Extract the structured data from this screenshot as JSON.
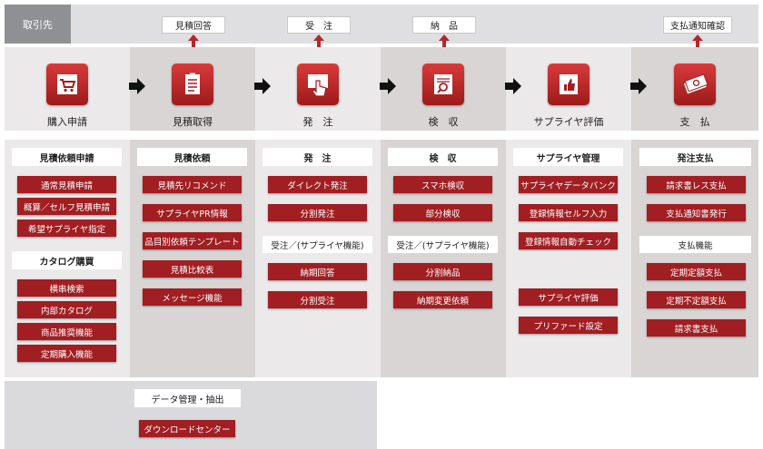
{
  "supplier_tag": "取引先",
  "supplier_steps": [
    "見積回答",
    "受　注",
    "納　品",
    "支払通知確認"
  ],
  "process": [
    {
      "label": "購入申請",
      "icon": "cart-icon"
    },
    {
      "label": "見積取得",
      "icon": "document-list-icon"
    },
    {
      "label": "発　注",
      "icon": "hand-click-icon"
    },
    {
      "label": "検　収",
      "icon": "magnifier-document-icon"
    },
    {
      "label": "サプライヤ評価",
      "icon": "thumbs-up-icon"
    },
    {
      "label": "支　払",
      "icon": "money-icon"
    }
  ],
  "columns": [
    {
      "header": "見積依頼申請",
      "buttons": [
        "通常見積申請",
        "概算／セルフ見積申請",
        "希望サプライヤ指定"
      ],
      "subheader": "カタログ購買",
      "sub_buttons": [
        "横串検索",
        "内部カタログ",
        "商品推奨機能",
        "定期購入機能"
      ]
    },
    {
      "header": "見積依頼",
      "buttons": [
        "見積先リコメンド",
        "サプライヤPR情報",
        "品目別依頼テンプレート",
        "見積比較表",
        "メッセージ機能"
      ]
    },
    {
      "header": "発　注",
      "buttons": [
        "ダイレクト発注",
        "分割発注"
      ],
      "subheader": "受注／(サプライヤ機能)",
      "sub_buttons": [
        "納期回答",
        "分割受注"
      ]
    },
    {
      "header": "検　収",
      "buttons": [
        "スマホ検収",
        "部分検収"
      ],
      "subheader": "受注／(サプライヤ機能)",
      "sub_buttons": [
        "分割納品",
        "納期変更依頼"
      ]
    },
    {
      "header": "サプライヤ管理",
      "buttons": [
        "サプライヤデータバンク",
        "登録情報セルフ入力",
        "登録情報自動チェック"
      ],
      "sub_buttons": [
        "サプライヤ評価",
        "プリファード設定"
      ]
    },
    {
      "header": "発注支払",
      "buttons": [
        "請求書レス支払",
        "支払通知書発行"
      ],
      "subheader": "支払機能",
      "sub_buttons": [
        "定期定額支払",
        "定期不定額支払",
        "請求書支払"
      ]
    }
  ],
  "data_mgmt": {
    "header": "データ管理・抽出",
    "button": "ダウンロードセンター"
  },
  "colors": {
    "accent": "#a11e22",
    "supplier_tag": "#8e9094"
  }
}
